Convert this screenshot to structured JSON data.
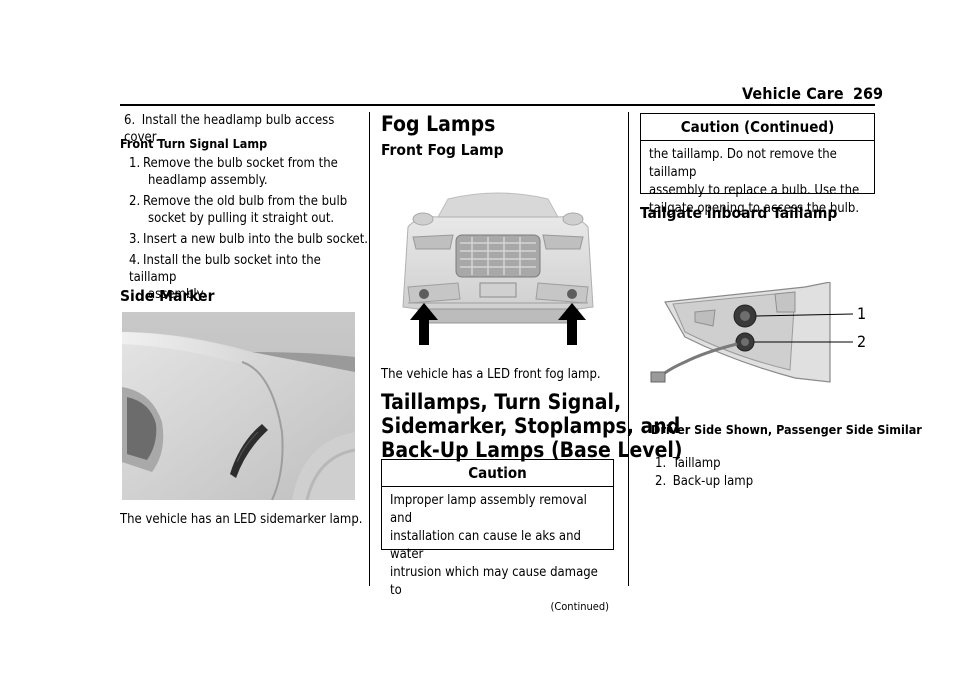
{
  "header": {
    "section": "Vehicle Care",
    "page": "269"
  },
  "col1": {
    "step6": {
      "num": "6.",
      "text": "Install the headlamp bulb access cover."
    },
    "front_turn_heading": "Front Turn Signal Lamp",
    "steps": [
      {
        "num": "1.",
        "line1": "Remove the bulb socket from the",
        "line2": "headlamp assembly."
      },
      {
        "num": "2.",
        "line1": "Remove the old bulb from the bulb",
        "line2": "socket by pulling it straight out."
      },
      {
        "num": "3.",
        "line1": "Insert a new bulb into the bulb socket.",
        "line2": ""
      },
      {
        "num": "4.",
        "line1": "Install the bulb socket into the taillamp",
        "line2": "assembly."
      }
    ],
    "side_marker_heading": "Side Marker",
    "side_marker_caption": "The vehicle has an LED sidemarker lamp."
  },
  "col2": {
    "fog_heading": "Fog Lamps",
    "front_fog_heading": "Front Fog Lamp",
    "fog_caption": "The vehicle has a LED front fog lamp.",
    "taillamps_heading": [
      "Taillamps, Turn Signal,",
      "Sidemarker, Stoplamps, and",
      "Back-Up Lamps (Base Level)"
    ],
    "caution": {
      "title": "Caution",
      "lines": [
        "Improper lamp assembly removal and",
        "installation can cause le aks and water",
        "intrusion which may cause damage to"
      ],
      "continued": "(Continued)"
    }
  },
  "col3": {
    "caution_cont": {
      "title": "Caution  (Continued)",
      "lines": [
        "the taillamp. Do not remove the taillamp",
        "assembly to replace a bulb. Use the",
        "tailgate opening to access the bulb."
      ]
    },
    "inboard_heading": "Tailgate inboard Taillamp",
    "callouts": [
      "1",
      "2"
    ],
    "figure_caption": "Driver Side Shown, Passenger Side Similar",
    "legend": [
      {
        "num": "1.",
        "label": "Taillamp"
      },
      {
        "num": "2.",
        "label": "Back-up lamp"
      }
    ]
  },
  "colors": {
    "text": "#000000",
    "figure_bg": "#dcdcdc"
  }
}
